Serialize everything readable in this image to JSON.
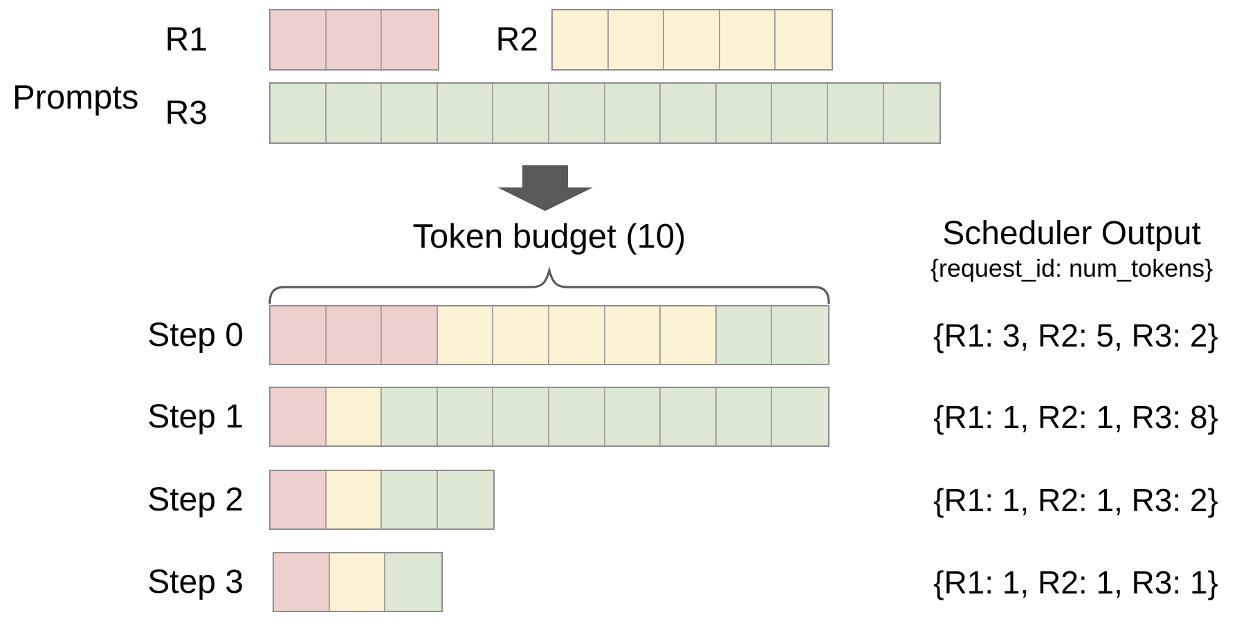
{
  "colors": {
    "r1_fill": "#edd0cd",
    "r2_fill": "#fbf1d3",
    "r3_fill": "#dde8d4",
    "cell_line": "#a3a3a3",
    "row_line": "#8d8d8d",
    "arrow": "#595959",
    "brace": "#595959",
    "text": "#000000"
  },
  "labels": {
    "prompts_section": "Prompts",
    "token_budget": "Token budget (10)",
    "scheduler_title": "Scheduler Output",
    "scheduler_subtitle": "{request_id: num_tokens}"
  },
  "prompt_rows": [
    {
      "id": "r1",
      "label": "R1",
      "segments": [
        {
          "request": "r1",
          "count": 3
        }
      ]
    },
    {
      "id": "r2",
      "label": "R2",
      "segments": [
        {
          "request": "r2",
          "count": 5
        }
      ]
    },
    {
      "id": "r3",
      "label": "R3",
      "segments": [
        {
          "request": "r3",
          "count": 12
        }
      ]
    }
  ],
  "token_budget_value": 10,
  "steps": [
    {
      "label": "Step 0",
      "segments": [
        {
          "request": "r1",
          "count": 3
        },
        {
          "request": "r2",
          "count": 5
        },
        {
          "request": "r3",
          "count": 2
        }
      ],
      "output": "{R1: 3, R2: 5, R3: 2}"
    },
    {
      "label": "Step 1",
      "segments": [
        {
          "request": "r1",
          "count": 1
        },
        {
          "request": "r2",
          "count": 1
        },
        {
          "request": "r3",
          "count": 8
        }
      ],
      "output": "{R1: 1, R2: 1, R3: 8}"
    },
    {
      "label": "Step 2",
      "segments": [
        {
          "request": "r1",
          "count": 1
        },
        {
          "request": "r2",
          "count": 1
        },
        {
          "request": "r3",
          "count": 2
        }
      ],
      "output": "{R1: 1, R2: 1, R3: 2}"
    },
    {
      "label": "Step 3",
      "segments": [
        {
          "request": "r1",
          "count": 1
        },
        {
          "request": "r2",
          "count": 1
        },
        {
          "request": "r3",
          "count": 1
        }
      ],
      "output": "{R1: 1, R2: 1, R3: 1}"
    }
  ]
}
